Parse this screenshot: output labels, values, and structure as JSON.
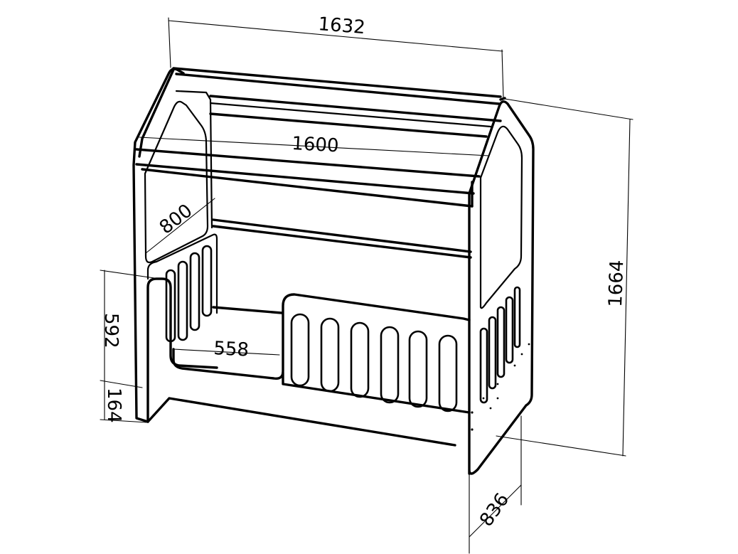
{
  "dimensions": {
    "total_length": "1632",
    "inner_length": "1600",
    "inner_width": "800",
    "total_height": "1664",
    "rail_height": "592",
    "opening": "558",
    "leg_height": "164",
    "depth": "836"
  }
}
